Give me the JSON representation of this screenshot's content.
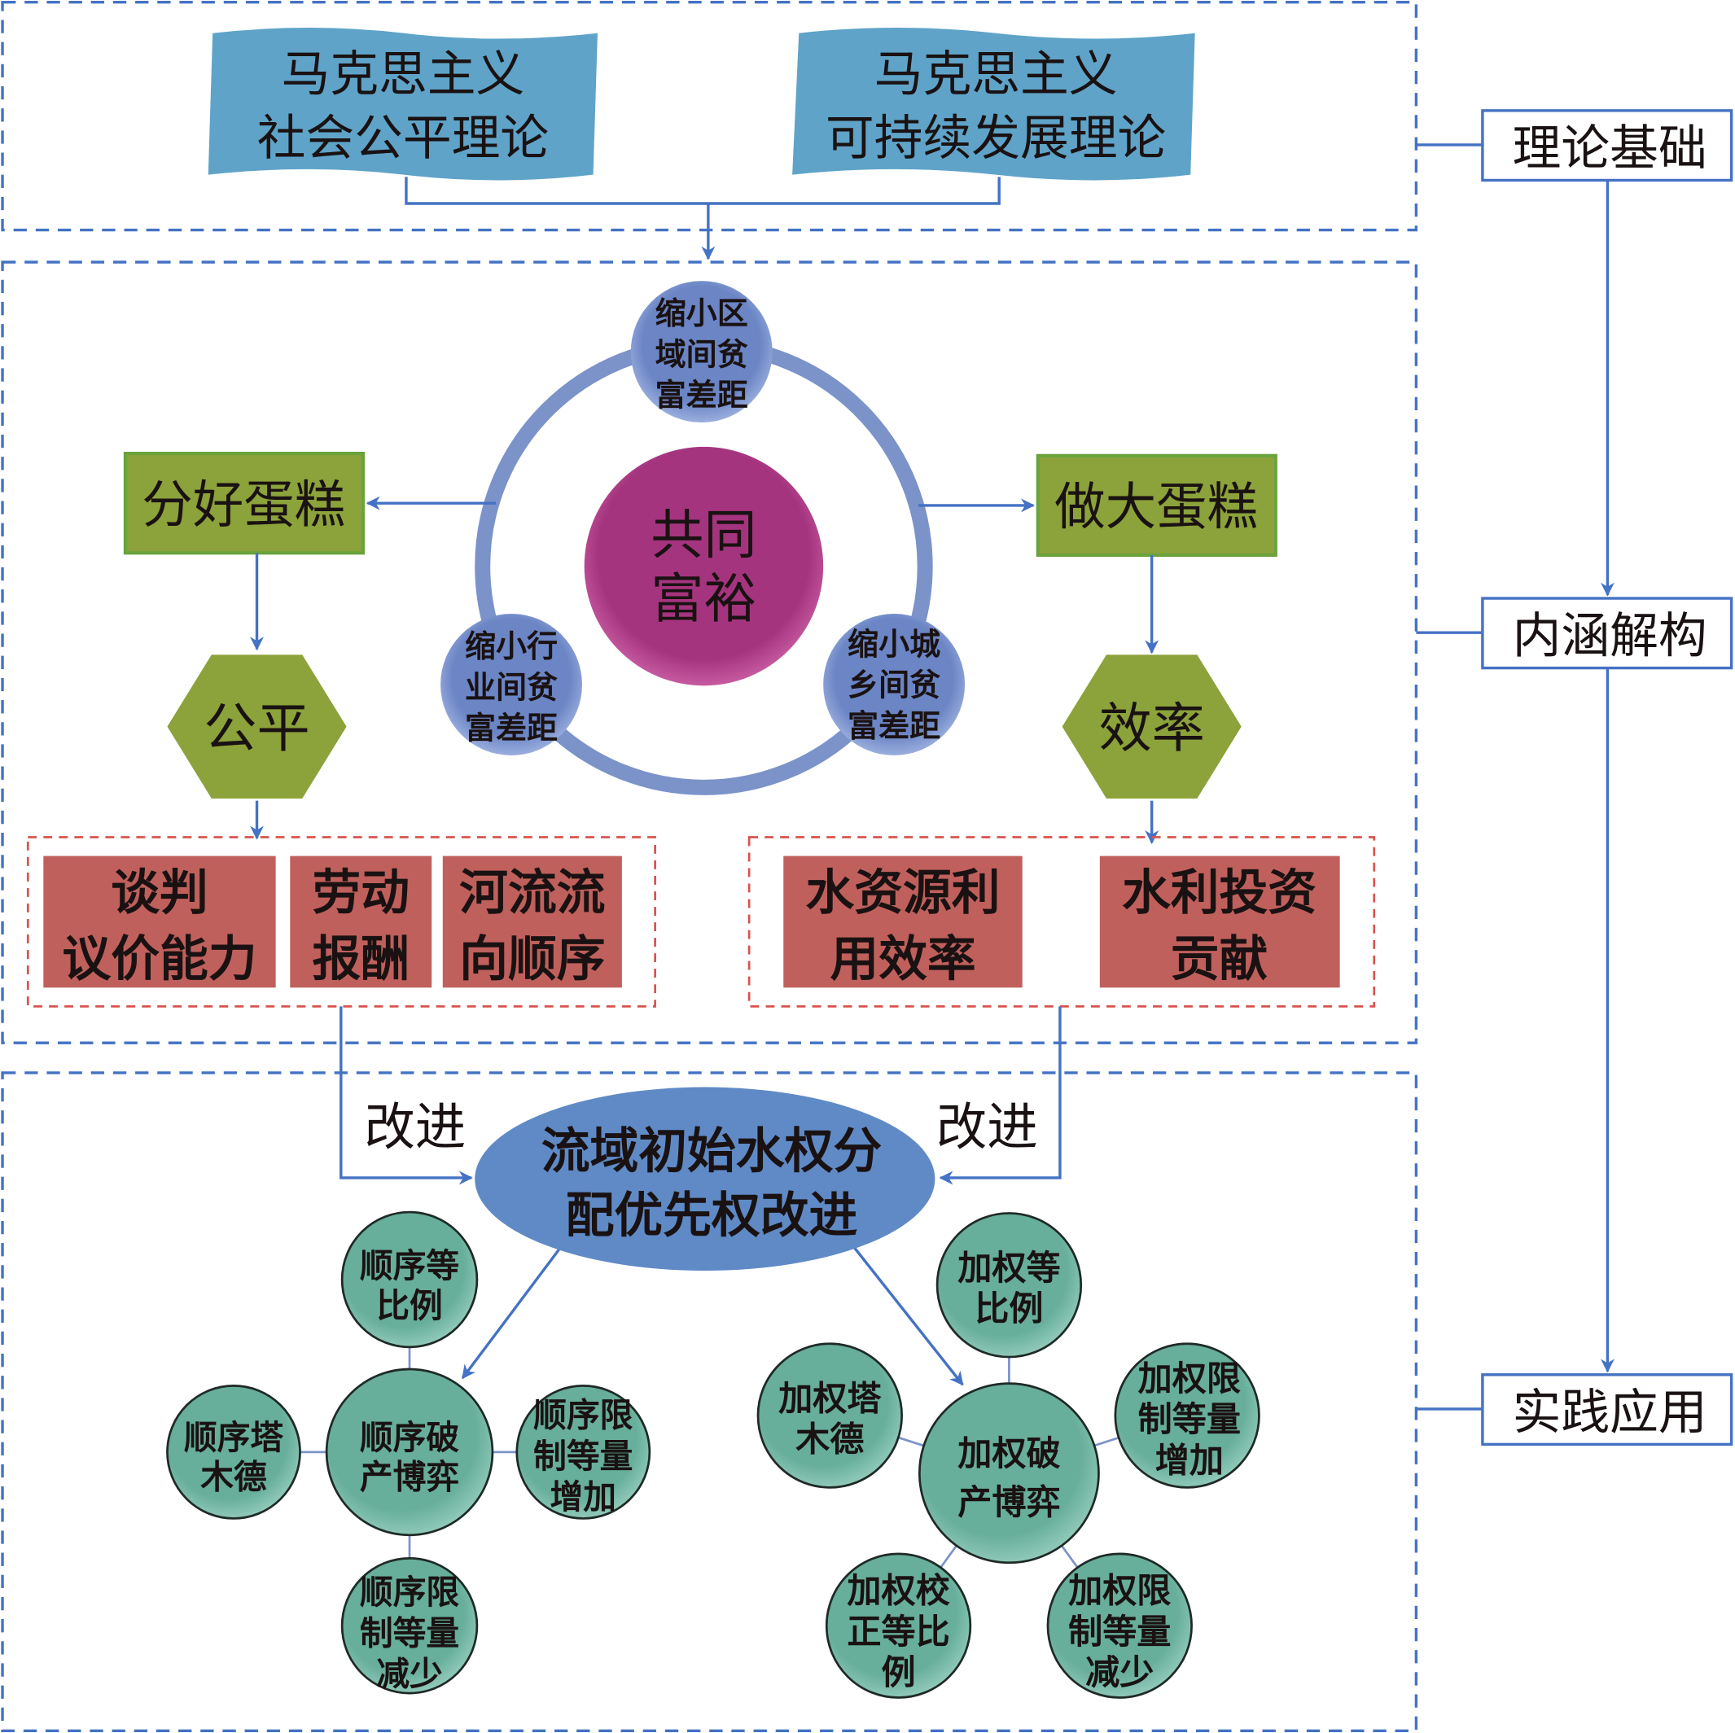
{
  "theory": {
    "box1": [
      "马克思主义",
      "社会公平理论"
    ],
    "box2": [
      "马克思主义",
      "可持续发展理论"
    ]
  },
  "side_labels": {
    "foundation": "理论基础",
    "connotation": "内涵解构",
    "practice": "实践应用"
  },
  "center": [
    "共同",
    "富裕"
  ],
  "ring_nodes": {
    "top": [
      "缩小区",
      "域间贫",
      "富差距"
    ],
    "left": [
      "缩小行",
      "业间贫",
      "富差距"
    ],
    "right": [
      "缩小城",
      "乡间贫",
      "富差距"
    ]
  },
  "cake": {
    "divide": "分好蛋糕",
    "enlarge": "做大蛋糕"
  },
  "principles": {
    "fairness": "公平",
    "efficiency": "效率"
  },
  "fair_factors": [
    [
      "谈判",
      "议价能力"
    ],
    [
      "劳动",
      "报酬"
    ],
    [
      "河流流",
      "向顺序"
    ]
  ],
  "eff_factors": [
    [
      "水资源利",
      "用效率"
    ],
    [
      "水利投资",
      "贡献"
    ]
  ],
  "improve_label": "改进",
  "core": [
    "流域初始水权分",
    "配优先权改进"
  ],
  "order_cluster": {
    "center": [
      "顺序破",
      "产博弈"
    ],
    "top": [
      "顺序等",
      "比例"
    ],
    "left": [
      "顺序塔",
      "木德"
    ],
    "right": [
      "顺序限",
      "制等量",
      "增加"
    ],
    "bottom": [
      "顺序限",
      "制等量",
      "减少"
    ]
  },
  "weight_cluster": {
    "center": [
      "加权破",
      "产博弈"
    ],
    "top": [
      "加权等",
      "比例"
    ],
    "left": [
      "加权塔",
      "木德"
    ],
    "right": [
      "加权限",
      "制等量",
      "增加"
    ],
    "bottom_left": [
      "加权校",
      "正等比",
      "例"
    ],
    "bottom_right": [
      "加权限",
      "制等量",
      "减少"
    ]
  },
  "colors": {
    "blue_line": "#4472c4",
    "banner": "#5fa3c8",
    "green": "#8ca23a",
    "red": "#c0605c",
    "teal": "#67ae9b",
    "magenta": "#a5347f",
    "ring": "#7b93c9",
    "ellipse": "#5f8ac6"
  }
}
